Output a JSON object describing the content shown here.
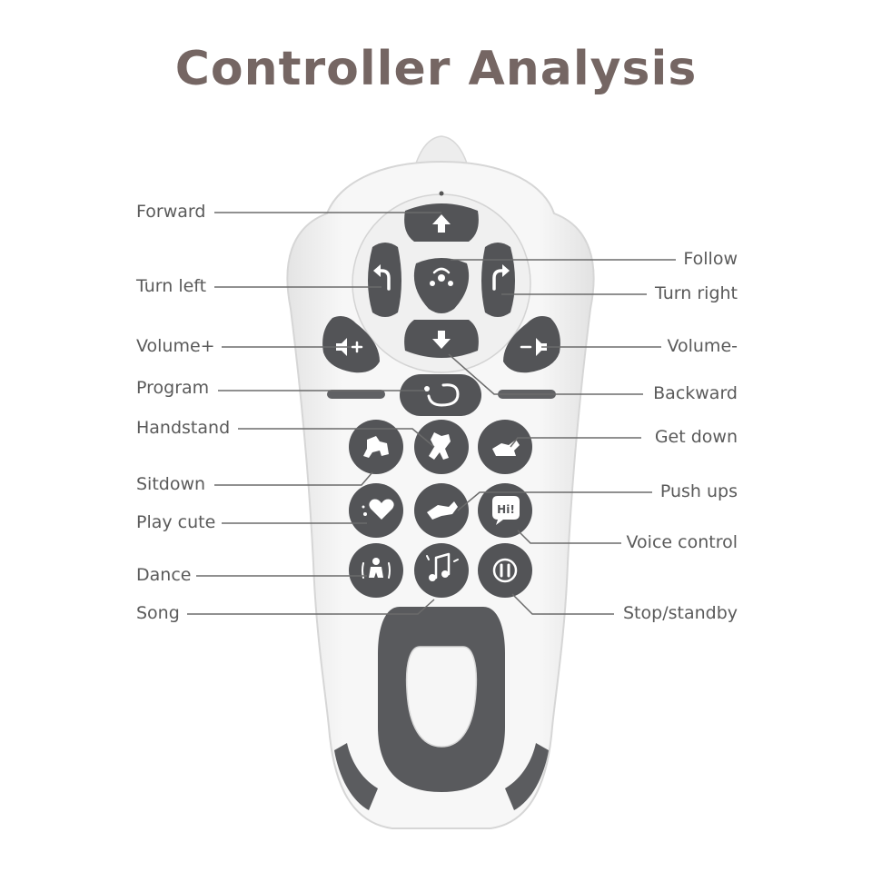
{
  "title": "Controller Analysis",
  "labels": {
    "forward": "Forward",
    "turn_left": "Turn left",
    "volume_plus": "Volume+",
    "program": "Program",
    "handstand": "Handstand",
    "sitdown": "Sitdown",
    "play_cute": "Play cute",
    "dance": "Dance",
    "song": "Song",
    "follow": "Follow",
    "turn_right": "Turn right",
    "volume_minus": "Volume-",
    "backward": "Backward",
    "get_down": "Get down",
    "push_ups": "Push ups",
    "voice_control": "Voice control",
    "stop_standby": "Stop/standby"
  },
  "icons": {
    "voice_control_text": "Hi!"
  },
  "colors": {
    "title": "#756663",
    "button": "#535457",
    "remote_body": "#f3f3f3",
    "remote_edge": "#dcdcdc"
  }
}
